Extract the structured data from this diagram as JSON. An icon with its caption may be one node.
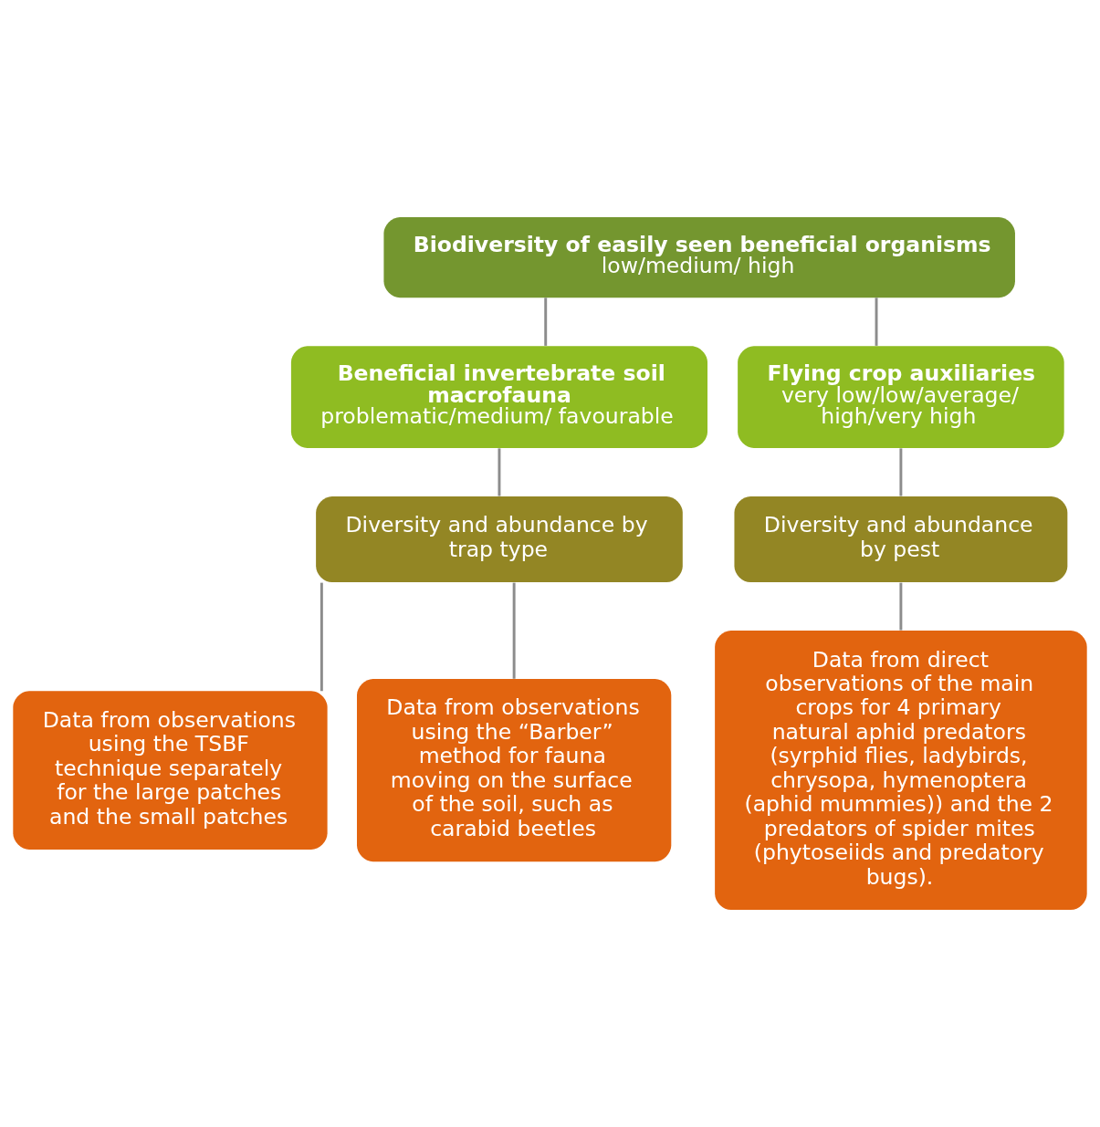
{
  "diagram": {
    "nodes": [
      {
        "text": [
          "Biodiversity of easily seen beneficial organisms",
          "low/medium/ high"
        ]
      },
      {
        "text": [
          "Beneficial invertebrate soil macrofauna",
          "problematic/medium/ favourable"
        ]
      },
      {
        "text": [
          "Flying crop auxiliaries",
          "very low/low/average/ high/very high"
        ]
      },
      {
        "text": [
          "Diversity and abundance by trap type"
        ]
      },
      {
        "text": [
          "Diversity and abundance by pest"
        ]
      },
      {
        "text": [
          "Data from observations using the TSBF technique separately for the large patches and the small patches"
        ]
      },
      {
        "text": [
          "Data from observations using the “Barber” method for fauna moving on the surface of the soil, such as carabid beetles"
        ]
      },
      {
        "text": [
          "Data from direct observations of the main crops for 4 primary natural aphid predators (syrphid flies, ladybirds, chrysopa, hymenoptera (aphid mummies)) and the 2 predators of spider mites (phytoseiids and predatory bugs)."
        ]
      }
    ],
    "edges": [
      {
        "from": 0,
        "to": 1,
        "arrow": "none"
      },
      {
        "from": 0,
        "to": 2,
        "arrow": "none"
      },
      {
        "from": 1,
        "to": 3,
        "arrow": "none"
      },
      {
        "from": 2,
        "to": 4,
        "arrow": "none"
      },
      {
        "from": 3,
        "to": 5,
        "arrow": "none"
      },
      {
        "from": 3,
        "to": 6,
        "arrow": "none"
      },
      {
        "from": 4,
        "to": 7,
        "arrow": "none"
      }
    ]
  }
}
